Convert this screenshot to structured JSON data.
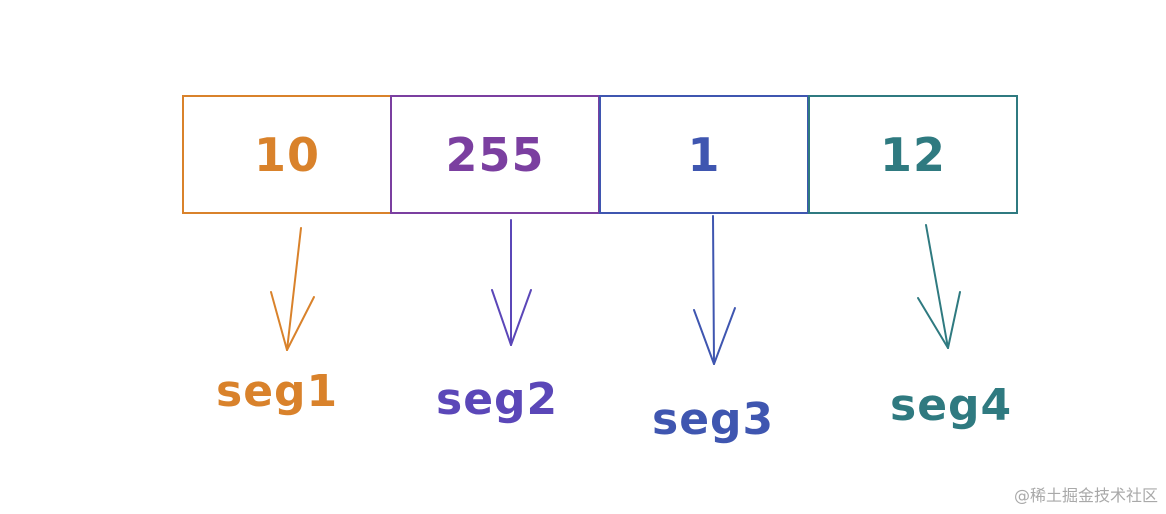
{
  "segments": [
    {
      "value": "10",
      "label": "seg1",
      "color": "#d9822b"
    },
    {
      "value": "255",
      "label": "seg2",
      "color": "#7b3fa0"
    },
    {
      "value": "1",
      "label": "seg3",
      "color": "#3f56b0"
    },
    {
      "value": "12",
      "label": "seg4",
      "color": "#2f7a80"
    }
  ],
  "arrow_colors": [
    "#d9822b",
    "#5b47b8",
    "#3f56b0",
    "#2f7a80"
  ],
  "label_colors": [
    "#d9822b",
    "#5b47b8",
    "#3f56b0",
    "#2f7a80"
  ],
  "watermark": "@稀土掘金技术社区"
}
